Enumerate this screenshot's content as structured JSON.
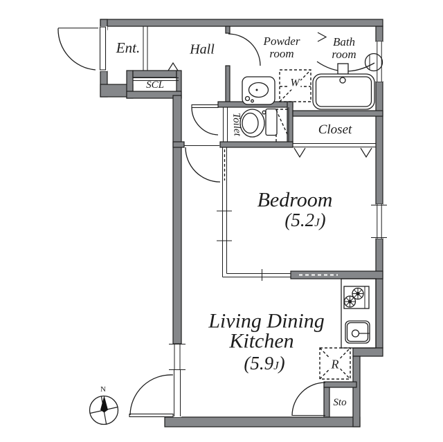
{
  "floorplan": {
    "title": "1LDK apartment floor plan",
    "rooms": {
      "entrance": {
        "label": "Ent."
      },
      "hall": {
        "label": "Hall"
      },
      "powder_room": {
        "line1": "Powder",
        "line2": "room"
      },
      "bath_room": {
        "line1": "Bath",
        "line2": "room"
      },
      "shoe_closet": {
        "label": "SCL"
      },
      "washer_space": {
        "label": "W"
      },
      "toilet": {
        "label": "Toilet"
      },
      "closet": {
        "label": "Closet"
      },
      "bedroom": {
        "label": "Bedroom",
        "area_prefix": "(5.2",
        "area_unit": "J",
        "area_suffix": ")"
      },
      "ldk": {
        "line1": "Living Dining",
        "line2": "Kitchen",
        "area_prefix": "(5.9",
        "area_unit": "J",
        "area_suffix": ")"
      },
      "refrigerator": {
        "label": "R"
      },
      "storage": {
        "label": "Sto"
      }
    },
    "compass": {
      "north_label": "N"
    },
    "icons": [
      "bathtub-icon",
      "shower-icon",
      "washbasin-icon",
      "washer-space-icon",
      "toilet-icon",
      "stove-icon",
      "kitchen-sink-icon",
      "refrigerator-space-icon",
      "compass-icon"
    ],
    "colors": {
      "wall": "#85878a",
      "line": "#1d1d1d",
      "background": "#ffffff"
    }
  }
}
